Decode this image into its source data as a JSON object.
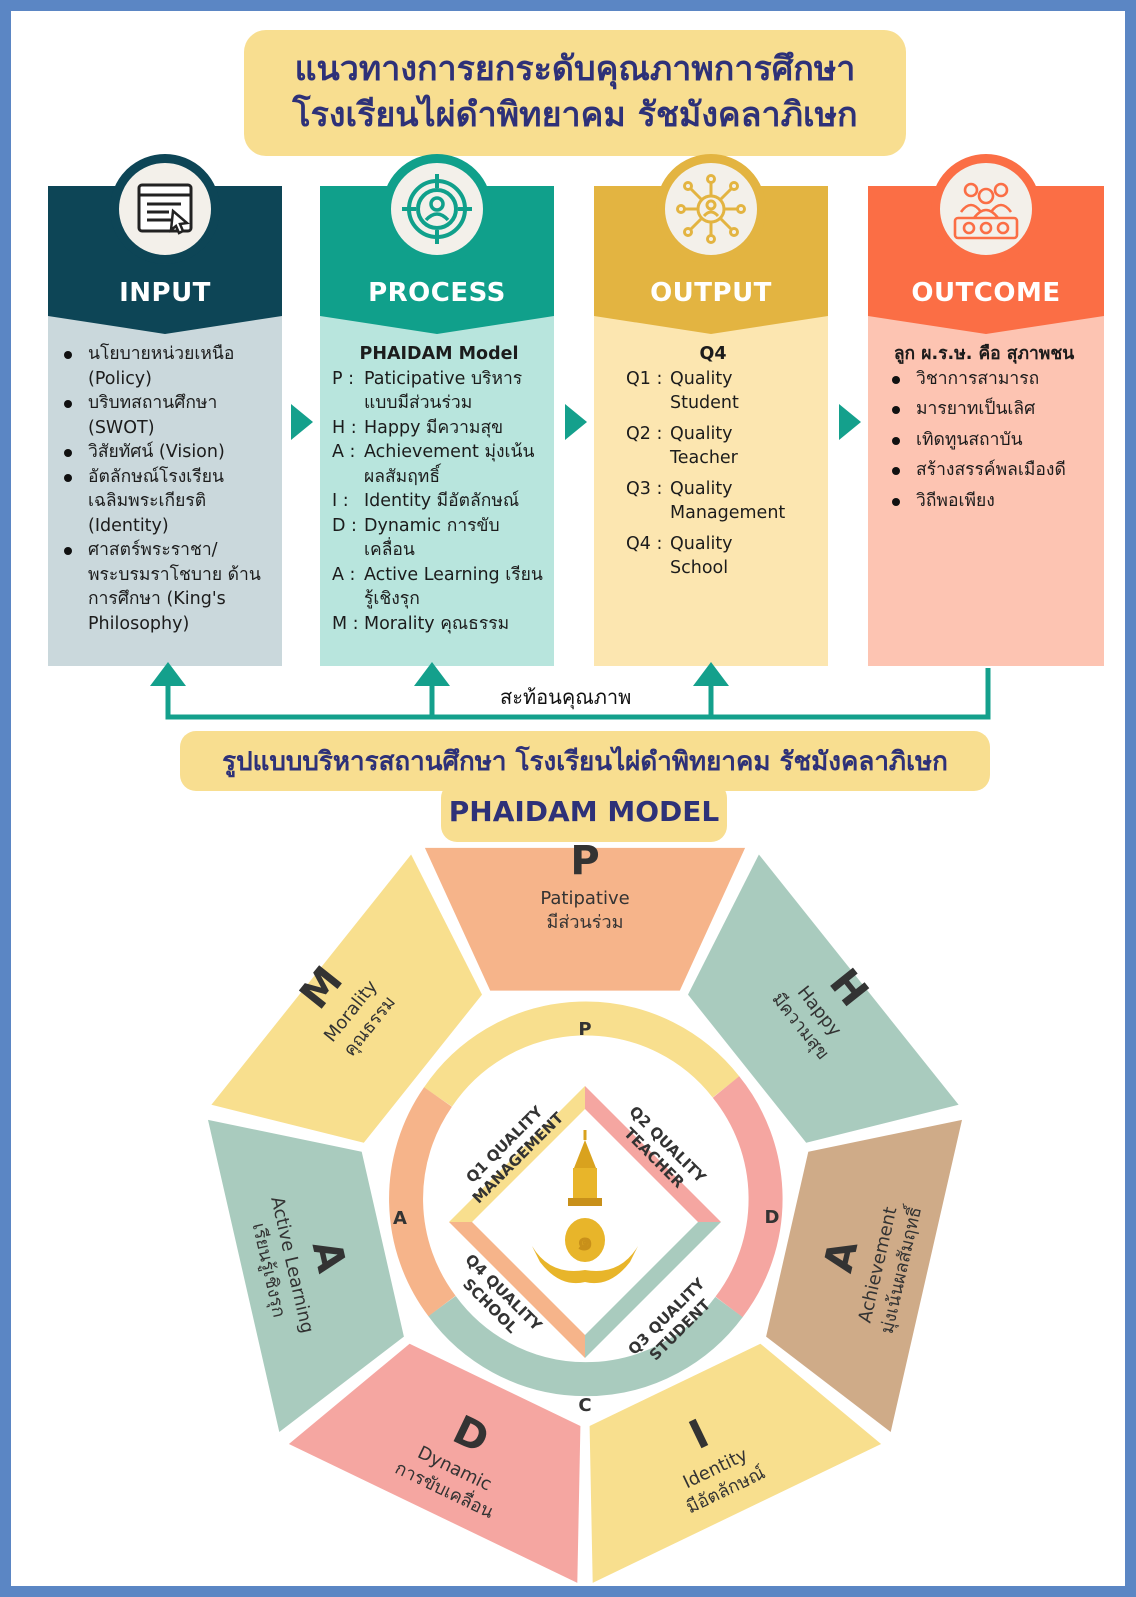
{
  "title": {
    "line1": "แนวทางการยกระดับคุณภาพการศึกษา",
    "line2": "โรงเรียนไผ่ดำพิทยาคม รัชมังคลาภิเษก"
  },
  "columns": {
    "input": {
      "label": "INPUT",
      "items": [
        "นโยบายหน่วยเหนือ (Policy)",
        "บริบทสถานศึกษา (SWOT)",
        "วิสัยทัศน์ (Vision)",
        "อัตลักษณ์โรงเรียน เฉลิมพระเกียรติ (Identity)",
        "ศาสตร์พระราชา/ พระบรมราโชบาย ด้านการศึกษา (King's Philosophy)"
      ]
    },
    "process": {
      "label": "PROCESS",
      "heading": "PHAIDAM Model",
      "items": [
        {
          "key": "P :",
          "text": "Paticipative บริหารแบบมีส่วนร่วม"
        },
        {
          "key": "H :",
          "text": "Happy มีความสุข"
        },
        {
          "key": "A :",
          "text": "Achievement มุ่งเน้นผลสัมฤทธิ์"
        },
        {
          "key": "I :",
          "text": "Identity มีอัตลักษณ์"
        },
        {
          "key": "D :",
          "text": "Dynamic การขับเคลื่อน"
        },
        {
          "key": "A :",
          "text": "Active Learning เรียนรู้เชิงรุก"
        },
        {
          "key": "M :",
          "text": "Morality คุณธรรม"
        }
      ]
    },
    "output": {
      "label": "OUTPUT",
      "heading": "Q4",
      "items": [
        {
          "key": "Q1 :",
          "text": "Quality Student"
        },
        {
          "key": "Q2 :",
          "text": "Quality Teacher"
        },
        {
          "key": "Q3 :",
          "text": "Quality Management"
        },
        {
          "key": "Q4 :",
          "text": "Quality School"
        }
      ]
    },
    "outcome": {
      "label": "OUTCOME",
      "heading": "ลูก ผ.ร.ษ. คือ สุภาพชน",
      "items": [
        "วิชาการสามารถ",
        "มารยาทเป็นเลิศ",
        "เทิดทูนสถาบัน",
        "สร้างสรรค์พลเมืองดี",
        "วิถีพอเพียง"
      ]
    }
  },
  "feedback_label": "สะท้อนคุณภาพ",
  "model_title": "รูปแบบบริหารสถานศึกษา โรงเรียนไผ่ดำพิทยาคม รัชมังคลาภิเษก",
  "model_name": "PHAIDAM MODEL",
  "segments": [
    {
      "letter": "P",
      "en": "Patipative",
      "th": "มีส่วนร่วม",
      "color": "#f6b48a"
    },
    {
      "letter": "H",
      "en": "Happy",
      "th": "มีความสุข",
      "color": "#a9cbbe"
    },
    {
      "letter": "A",
      "en": "Achievement",
      "th": "มุ่งเน้นผลสัมฤทธิ์",
      "color": "#cfab88"
    },
    {
      "letter": "I",
      "en": "Identity",
      "th": "มีอัตลักษณ์",
      "color": "#f8df8e"
    },
    {
      "letter": "D",
      "en": "Dynamic",
      "th": "การขับเคลื่อน",
      "color": "#f5a6a1"
    },
    {
      "letter": "A",
      "en": "Active Learning",
      "th": "เรียนรู้เชิงรุก",
      "color": "#a9cbbe"
    },
    {
      "letter": "M",
      "en": "Morality",
      "th": "คุณธรรม",
      "color": "#f8df8e"
    }
  ],
  "ring_letters": {
    "top": "P",
    "right": "D",
    "bottom": "C",
    "left": "A"
  },
  "quality": {
    "q1": "Q1 QUALITY MANAGEMENT",
    "q2": "Q2 QUALITY TEACHER",
    "q3": "Q3 QUALITY STUDENT",
    "q4": "Q4 QUALITY SCHOOL"
  },
  "colors": {
    "frame": "#5b86c4",
    "input": "#0d4556",
    "process": "#10a08b",
    "output": "#e3b441",
    "outcome": "#fb6e45",
    "arrow": "#14a08c",
    "title_bg": "#f8de90",
    "title_text": "#2e3178"
  }
}
